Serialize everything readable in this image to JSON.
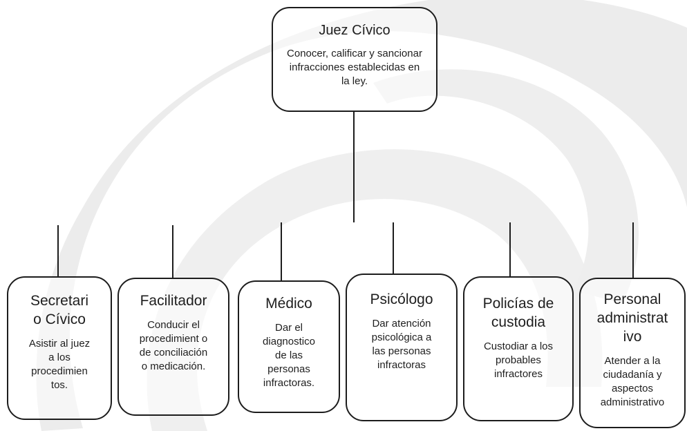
{
  "diagram": {
    "root": {
      "title": "Juez Cívico",
      "description": "Conocer, calificar y sancionar infracciones establecidas en la ley."
    },
    "children": [
      {
        "title": "Secretari o Cívico",
        "description": "Asistir al juez a los procedimien tos."
      },
      {
        "title": "Facilitador",
        "description": "Conducir el procedimient o de conciliación o medicación."
      },
      {
        "title": "Médico",
        "description": "Dar el diagnostico de las personas infractoras."
      },
      {
        "title": "Psicólogo",
        "description": "Dar atención psicológica a las personas infractoras"
      },
      {
        "title": "Policías de custodia",
        "description": "Custodiar a los probables infractores"
      },
      {
        "title": "Personal administrat ivo",
        "description": "Atender a la ciudadanía y aspectos administrativo"
      }
    ]
  },
  "colors": {
    "stroke": "#1c1c1c",
    "watermark": "#e8e8e8"
  }
}
